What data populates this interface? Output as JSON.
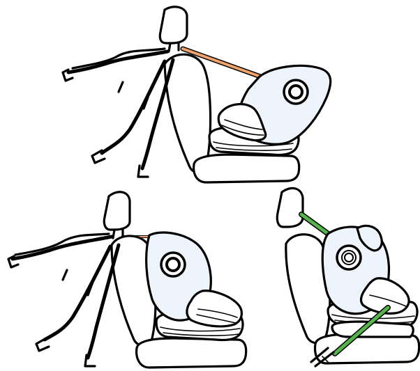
{
  "colors": {
    "top_tether_orange": "#f0a36a",
    "seatbelt_green": "#54b34a",
    "seat_fill": "#ffffff",
    "shell_fill": "#eef4fb",
    "outline": "#000000"
  },
  "panels": [
    {
      "id": "top",
      "installation": "isofix-with-top-tether",
      "tether_color": "top_tether_orange"
    },
    {
      "id": "bottom-left",
      "installation": "isofix-rearward-with-top-tether",
      "tether_color": "top_tether_orange"
    },
    {
      "id": "bottom-right",
      "installation": "vehicle-belt",
      "belt_color": "seatbelt_green"
    }
  ]
}
